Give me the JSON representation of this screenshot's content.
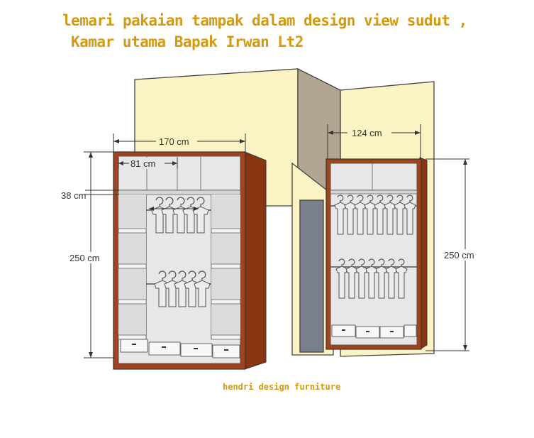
{
  "title": {
    "line1": "lemari pakaian tampak dalam design view sudut ,",
    "line2": "Kamar utama Bapak Irwan Lt2"
  },
  "dimensions": {
    "left_width": "170 cm",
    "left_inner": "81 cm",
    "left_top": "38 cm",
    "left_height": "250 cm",
    "right_width": "124 cm",
    "right_height": "250 cm"
  },
  "footer": "hendri design furniture",
  "colors": {
    "title": "#d39a0f",
    "wall": "#fbf3c4",
    "wall_side": "#b2a693",
    "cabinet_frame": "#a3431c",
    "interior": "#e5e5e5",
    "door": "#7a7f8d"
  }
}
